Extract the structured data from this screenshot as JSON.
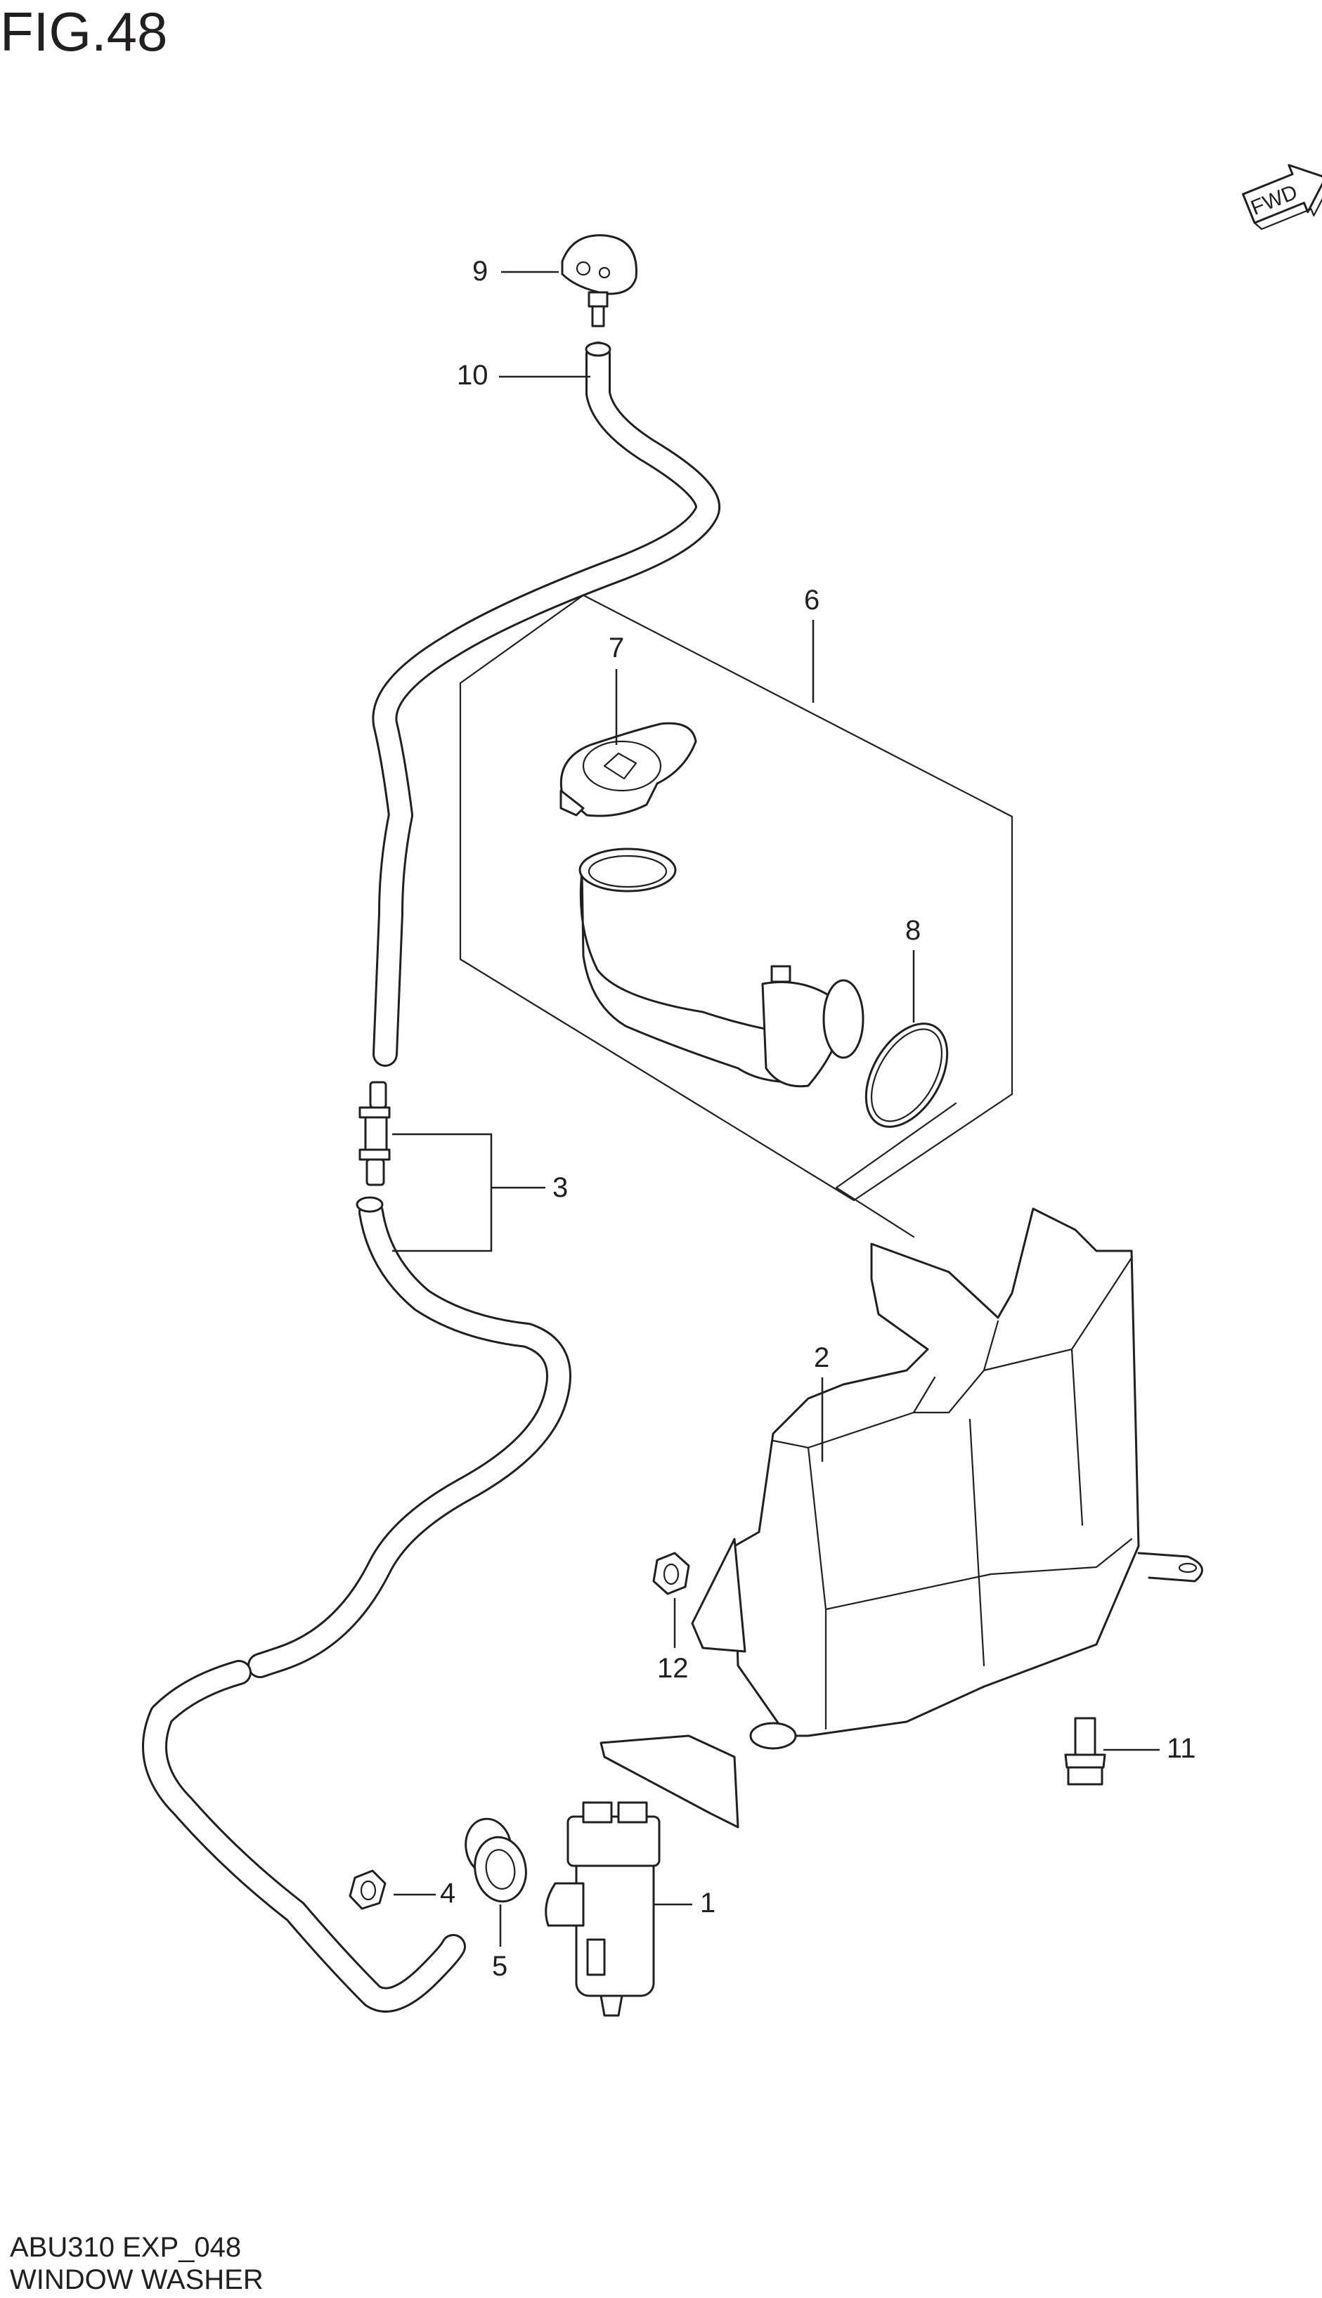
{
  "header": {
    "figure_label": "FIG.48"
  },
  "direction_badge": {
    "label": "FWD",
    "icon": "forward-arrow-icon"
  },
  "callouts": [
    {
      "number": "1",
      "part": "washer-pump"
    },
    {
      "number": "2",
      "part": "washer-tank"
    },
    {
      "number": "3",
      "part": "hose-joint"
    },
    {
      "number": "4",
      "part": "nut"
    },
    {
      "number": "5",
      "part": "grommet"
    },
    {
      "number": "6",
      "part": "inlet-assembly"
    },
    {
      "number": "7",
      "part": "tank-cap"
    },
    {
      "number": "8",
      "part": "o-ring"
    },
    {
      "number": "9",
      "part": "washer-nozzle"
    },
    {
      "number": "10",
      "part": "washer-hose"
    },
    {
      "number": "11",
      "part": "bolt"
    },
    {
      "number": "12",
      "part": "nut"
    }
  ],
  "footer": {
    "code": "ABU310 EXP_048",
    "name": "WINDOW WASHER"
  },
  "colors": {
    "line": "#231f20",
    "background": "#ffffff"
  }
}
